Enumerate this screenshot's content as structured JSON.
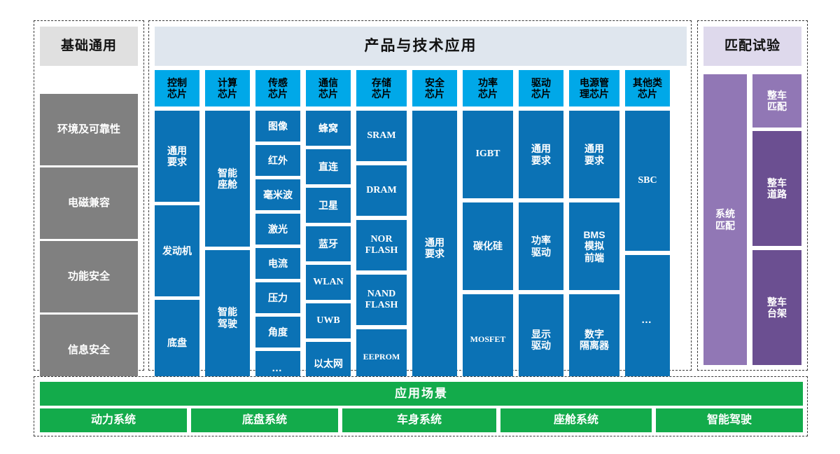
{
  "basic": {
    "title": "基础通用",
    "items": [
      {
        "label": "环境及可靠性"
      },
      {
        "label": "电磁兼容"
      },
      {
        "label": "功能安全"
      },
      {
        "label": "信息安全"
      }
    ]
  },
  "product": {
    "title": "产品与技术应用",
    "columns": [
      {
        "header": "控制\n芯片",
        "cells": [
          {
            "label": "通用\n要求"
          },
          {
            "label": "发动机"
          },
          {
            "label": "底盘"
          }
        ]
      },
      {
        "header": "计算\n芯片",
        "cells": [
          {
            "label": "智能\n座舱"
          },
          {
            "label": "智能\n驾驶"
          }
        ]
      },
      {
        "header": "传感\n芯片",
        "cells": [
          {
            "label": "图像"
          },
          {
            "label": "红外"
          },
          {
            "label": "毫米波"
          },
          {
            "label": "激光"
          },
          {
            "label": "电流"
          },
          {
            "label": "压力"
          },
          {
            "label": "角度"
          },
          {
            "label": "…"
          }
        ]
      },
      {
        "header": "通信\n芯片",
        "cells": [
          {
            "label": "蜂窝"
          },
          {
            "label": "直连"
          },
          {
            "label": "卫星"
          },
          {
            "label": "蓝牙"
          },
          {
            "label": "WLAN"
          },
          {
            "label": "UWB"
          },
          {
            "label": "以太网"
          }
        ]
      },
      {
        "header": "存储\n芯片",
        "cells": [
          {
            "label": "SRAM"
          },
          {
            "label": "DRAM"
          },
          {
            "label": "NOR\nFLASH"
          },
          {
            "label": "NAND\nFLASH"
          },
          {
            "label": "EEPROM"
          }
        ]
      },
      {
        "header": "安全\n芯片",
        "cells": [
          {
            "label": "通用\n要求"
          }
        ]
      },
      {
        "header": "功率\n芯片",
        "cells": [
          {
            "label": "IGBT"
          },
          {
            "label": "碳化硅"
          },
          {
            "label": "MOSFET"
          }
        ]
      },
      {
        "header": "驱动\n芯片",
        "cells": [
          {
            "label": "通用\n要求"
          },
          {
            "label": "功率\n驱动"
          },
          {
            "label": "显示\n驱动"
          }
        ]
      },
      {
        "header": "电源管\n理芯片",
        "cells": [
          {
            "label": "通用\n要求"
          },
          {
            "label": "BMS\n模拟\n前端"
          },
          {
            "label": "数字\n隔离器"
          }
        ]
      },
      {
        "header": "其他类\n芯片",
        "cells": [
          {
            "label": "SBC"
          },
          {
            "label": "…"
          }
        ]
      }
    ]
  },
  "match": {
    "title": "匹配试验",
    "system": {
      "label": "系统\n匹配"
    },
    "items": [
      {
        "label": "整车\n匹配"
      },
      {
        "label": "整车\n道路"
      },
      {
        "label": "整车\n台架"
      }
    ]
  },
  "scene": {
    "title": "应用场景",
    "items": [
      {
        "label": "动力系统"
      },
      {
        "label": "底盘系统"
      },
      {
        "label": "车身系统"
      },
      {
        "label": "座舱系统"
      },
      {
        "label": "智能驾驶"
      }
    ]
  },
  "colors": {
    "chip_header": "#00a8e8",
    "chip_body": "#0b72b5",
    "basic_header": "#e0e0e0",
    "basic_body": "#808080",
    "product_header": "#dfe6ee",
    "match_header": "#ded9ec",
    "match_light": "#9177b5",
    "match_dark": "#6b4f91",
    "scene": "#13ab4b"
  }
}
